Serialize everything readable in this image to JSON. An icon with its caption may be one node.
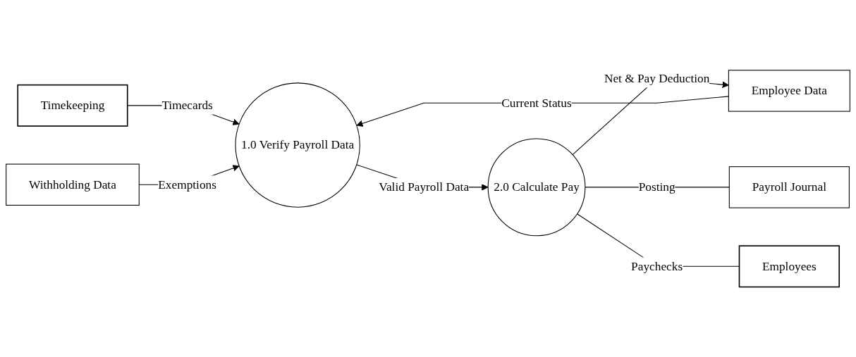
{
  "diagram": {
    "nodes": [
      {
        "text": [
          "Timekeeping"
        ]
      },
      {
        "text": [
          "Employee Data"
        ]
      },
      {
        "text": [
          "1.0 Verify Payroll Data"
        ]
      },
      {
        "text": [
          "Withholding Data"
        ]
      },
      {
        "text": [
          "2.0 Calculate Pay"
        ]
      },
      {
        "text": [
          "Payroll Journal"
        ]
      },
      {
        "text": [
          "Employees"
        ]
      }
    ],
    "edges": [
      {
        "from": 0,
        "to": 2,
        "arrow": "to",
        "label": "Timecards"
      },
      {
        "from": 1,
        "to": 2,
        "arrow": "to",
        "label": "Current Status"
      },
      {
        "from": 3,
        "to": 2,
        "arrow": "to",
        "label": "Exemptions"
      },
      {
        "from": 2,
        "to": 4,
        "arrow": "to",
        "label": "Valid Payroll Data"
      },
      {
        "from": 4,
        "to": 1,
        "arrow": "to",
        "label": "Net & Pay Deduction"
      },
      {
        "from": 4,
        "to": 5,
        "arrow": "none",
        "label": "Posting"
      },
      {
        "from": 4,
        "to": 6,
        "arrow": "none",
        "label": "Paychecks"
      }
    ]
  }
}
